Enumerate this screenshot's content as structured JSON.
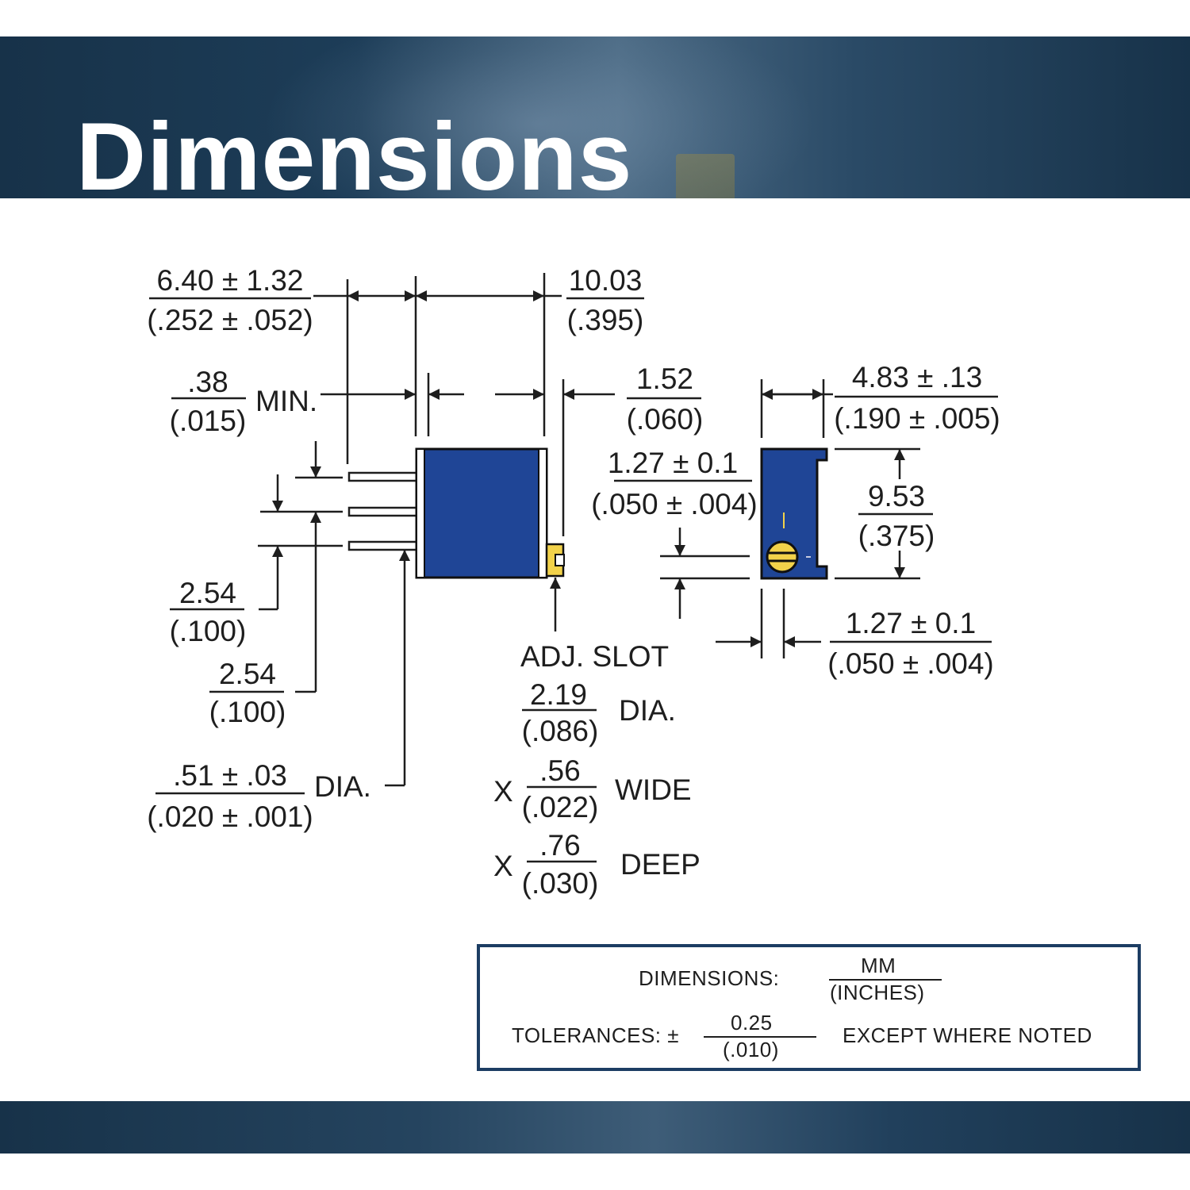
{
  "header": {
    "title": "Dimensions"
  },
  "colors": {
    "banner": "#173249",
    "body_blue": "#1f4596",
    "slot_yellow": "#f2d24a",
    "legend_border": "#1c3d63"
  },
  "dims": {
    "width_total": {
      "mm": "6.40 ± 1.32",
      "in": "(.252 ± .052)"
    },
    "body_width": {
      "mm": "10.03",
      "in": "(.395)"
    },
    "standoff": {
      "mm": ".38",
      "in": "(.015)",
      "suffix": "MIN."
    },
    "slot_offset": {
      "mm": "1.52",
      "in": "(.060)"
    },
    "depth": {
      "mm": "4.83 ± .13",
      "in": "(.190 ± .005)"
    },
    "pin_offset_side": {
      "mm": "1.27 ± 0.1",
      "in": "(.050 ± .004)"
    },
    "height": {
      "mm": "9.53",
      "in": "(.375)"
    },
    "pin_pitch_a": {
      "mm": "2.54",
      "in": "(.100)"
    },
    "pin_pitch_b": {
      "mm": "2.54",
      "in": "(.100)"
    },
    "pin_offset_bottom": {
      "mm": "1.27 ± 0.1",
      "in": "(.050 ± .004)"
    },
    "pin_dia": {
      "mm": ".51 ± .03",
      "in": "(.020 ± .001)",
      "suffix": "DIA."
    }
  },
  "adj_slot": {
    "label": "ADJ. SLOT",
    "dia": {
      "mm": "2.19",
      "in": "(.086)",
      "suffix": "DIA."
    },
    "wide": {
      "prefix": "X",
      "mm": ".56",
      "in": "(.022)",
      "suffix": "WIDE"
    },
    "deep": {
      "prefix": "X",
      "mm": ".76",
      "in": "(.030)",
      "suffix": "DEEP"
    }
  },
  "legend": {
    "dimensions_label": "DIMENSIONS:",
    "unit_top": "MM",
    "unit_bottom": "(INCHES)",
    "tolerances_label": "TOLERANCES: ±",
    "tol_top": "0.25",
    "tol_bottom": "(.010)",
    "except": "EXCEPT WHERE NOTED"
  }
}
